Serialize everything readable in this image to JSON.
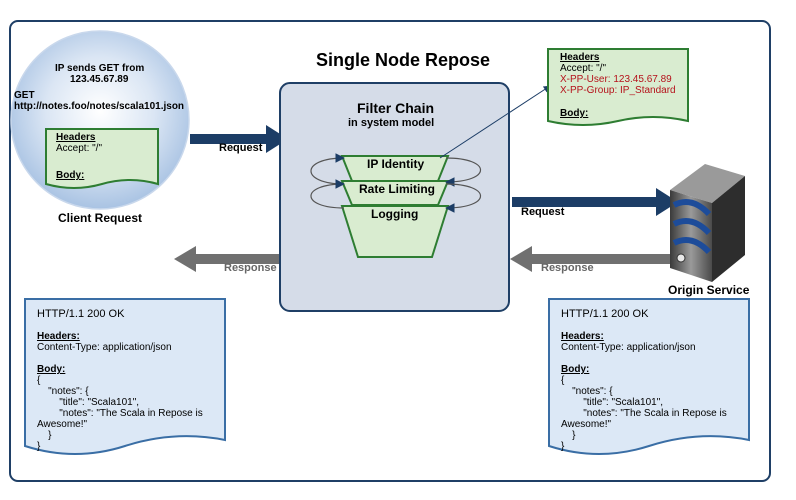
{
  "title": "Single Node Repose",
  "client": {
    "line1": "IP sends GET from",
    "line2": "123.45.67.89",
    "get_label": "GET",
    "url": "http://notes.foo/notes/scala101.json",
    "headers_title": "Headers",
    "accept": "Accept: \"/\"",
    "body_title": "Body:",
    "caption": "Client Request"
  },
  "filter_chain": {
    "title": "Filter Chain",
    "subtitle": "in system model",
    "filters": [
      "IP Identity",
      "Rate Limiting",
      "Logging"
    ]
  },
  "arrows": {
    "request_left": "Request",
    "request_right": "Request",
    "response_left": "Response",
    "response_right": "Response"
  },
  "header_card": {
    "title": "Headers",
    "accept": "Accept: \"/\"",
    "user": "X-PP-User: 123.45.67.89",
    "group": "X-PP-Group: IP_Standard",
    "body_title": "Body:"
  },
  "origin": {
    "caption": "Origin Service"
  },
  "responses": {
    "left": {
      "status": "HTTP/1.1 200 OK",
      "headers_title": "Headers:",
      "content_type": "Content-Type: application/json",
      "body_title": "Body:",
      "lines": [
        "{",
        "    \"notes\": {",
        "        \"title\": \"Scala101\",",
        "        \"notes\": \"The Scala in Repose is",
        "Awesome!\"",
        "    }",
        "}"
      ]
    },
    "right": {
      "status": "HTTP/1.1 200 OK",
      "headers_title": "Headers:",
      "content_type": "Content-Type: application/json",
      "body_title": "Body:",
      "lines": [
        "{",
        "    \"notes\": {",
        "        \"title\": \"Scala101\",",
        "        \"notes\": \"The Scala in Repose is",
        "Awesome!\"",
        "    }",
        "}"
      ]
    }
  },
  "colors": {
    "frame": "#1f3f66",
    "panel": "#d5dce8",
    "note_green": "#d9ecd0",
    "note_border": "#2e7d32",
    "doc_blue": "#dce8f6",
    "doc_border": "#3a6ea5",
    "arrow_dark": "#1c3d66",
    "arrow_gray": "#707070",
    "red_text": "#b5121b"
  }
}
